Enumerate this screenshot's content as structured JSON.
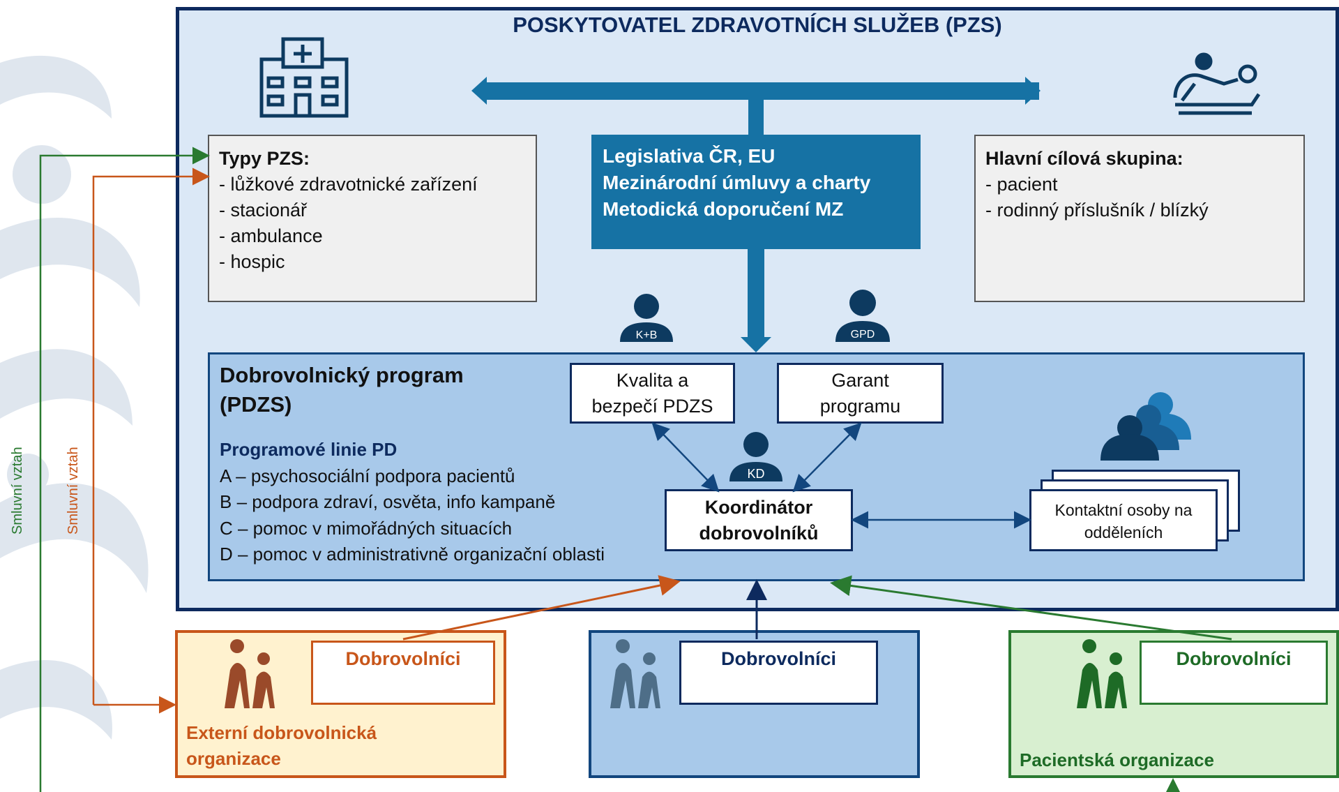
{
  "pzs": {
    "title": "POSKYTOVATEL ZDRAVOTNÍCH SLUŽEB (PZS)"
  },
  "typy": {
    "heading": "Typy PZS:",
    "items": [
      "- lůžkové zdravotnické zařízení",
      "- stacionář",
      "- ambulance",
      "- hospic"
    ]
  },
  "legislativa": {
    "lines": [
      "Legislativa ČR, EU",
      "Mezinárodní úmluvy a charty",
      "Metodická doporučení MZ"
    ]
  },
  "cilova": {
    "heading": "Hlavní cílová skupina:",
    "items": [
      "- pacient",
      "- rodinný příslušník / blízký"
    ]
  },
  "program": {
    "title_line1": "Dobrovolnický program",
    "title_line2": "(PDZS)",
    "linie_heading": "Programové linie PD",
    "linie": [
      "A – psychosociální podpora pacientů",
      "B – podpora zdraví, osvěta, info kampaně",
      "C – pomoc v mimořádných situacích",
      "D – pomoc v administrativně organizační oblasti"
    ]
  },
  "roles": {
    "kb_badge": "K+B",
    "gpd_badge": "GPD",
    "kd_badge": "KD",
    "kvalita_line1": "Kvalita a",
    "kvalita_line2": "bezpečí PDZS",
    "garant_line1": "Garant",
    "garant_line2": "programu",
    "koord_line1": "Koordinátor",
    "koord_line2": "dobrovolníků",
    "kontakt_line1": "Kontaktní osoby na",
    "kontakt_line2": "odděleních"
  },
  "organizations": {
    "external": {
      "dobrovolnici": "Dobrovolníci",
      "name_line1": "Externí dobrovolnická",
      "name_line2": "organizace"
    },
    "internal": {
      "dobrovolnici": "Dobrovolníci"
    },
    "patient": {
      "dobrovolnici": "Dobrovolníci",
      "name": "Pacientská organizace"
    }
  },
  "relations": {
    "green": "Smluvní vztah",
    "orange": "Smluvní vztah"
  },
  "icons": [
    "hospital-icon",
    "patient-bed-icon",
    "person-icon",
    "people-group-icon",
    "volunteers-icon"
  ],
  "colors": {
    "navy": "#0d2a5e",
    "teal": "#1672a4",
    "orange": "#c8561a",
    "green": "#2a7a30",
    "light_blue": "#a8c9ea",
    "pale_blue": "#dbe8f6"
  }
}
